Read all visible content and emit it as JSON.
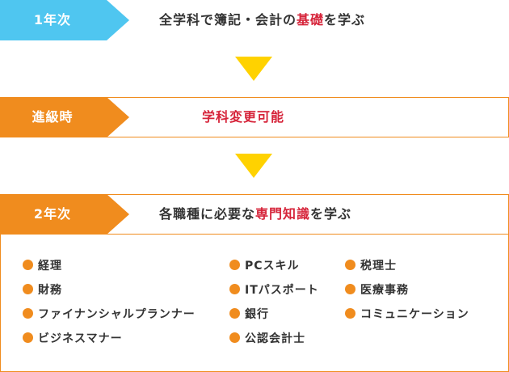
{
  "row1": {
    "tag": "1年次",
    "text_before": "全学科で簿記・会計の",
    "text_highlight": "基礎",
    "text_after": "を学ぶ",
    "tag_color": "#4fc6f0"
  },
  "row2": {
    "tag": "進級時",
    "text": "学科変更可能",
    "tag_color": "#f08c1e"
  },
  "row3": {
    "tag": "2年次",
    "text_before": "各職種に必要な",
    "text_highlight": "専門知識",
    "text_after": "を学ぶ",
    "tag_color": "#f08c1e"
  },
  "colors": {
    "accent": "#f08c1e",
    "highlight": "#d6243a",
    "arrow": "#ffd200",
    "year1": "#4fc6f0"
  },
  "courses": {
    "col1": [
      "経理",
      "財務",
      "ファイナンシャルプランナー",
      "ビジネスマナー"
    ],
    "col2": [
      "PCスキル",
      "ITパスポート",
      "銀行",
      "公認会計士"
    ],
    "col3": [
      "税理士",
      "医療事務",
      "コミュニケーション"
    ]
  }
}
